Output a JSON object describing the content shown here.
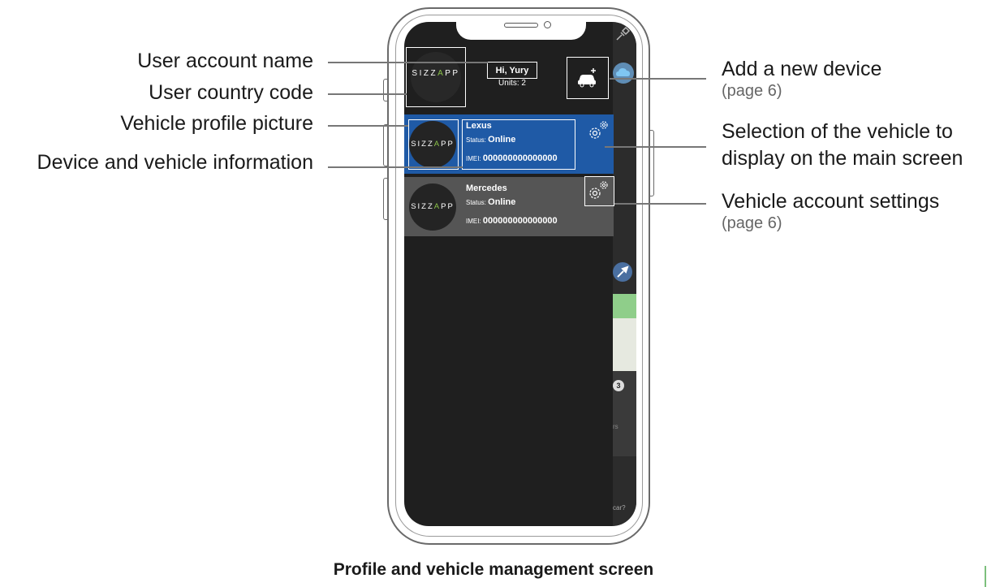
{
  "callouts": {
    "user_account_name": "User account name",
    "user_country_code": "User country code",
    "vehicle_profile_picture": "Vehicle profile picture",
    "device_vehicle_info": "Device and vehicle information",
    "add_device": "Add a new device",
    "add_device_page": "(page 6)",
    "selection_line1": "Selection of the vehicle to",
    "selection_line2": "display on the main screen",
    "vehicle_settings": "Vehicle account settings",
    "vehicle_settings_page": "(page 6)"
  },
  "caption": "Profile and vehicle management screen",
  "app": {
    "logo_text": "SIZZAPP",
    "greeting": "Hi, Yury",
    "units_label": "Units: 2",
    "strip_badge": "3",
    "strip_text_1": "rs",
    "strip_text_2": "car?"
  },
  "vehicles": [
    {
      "name": "Lexus",
      "status_label": "Status:",
      "status_value": "Online",
      "imei_label": "IMEI:",
      "imei_value": "000000000000000",
      "selected": true
    },
    {
      "name": "Mercedes",
      "status_label": "Status:",
      "status_value": "Online",
      "imei_label": "IMEI:",
      "imei_value": "000000000000000",
      "selected": false
    }
  ],
  "colors": {
    "selected_row": "#1f5aa6",
    "normal_row": "#555555",
    "screen_bg": "#1f1f1f",
    "logo_accent": "#8bc34a"
  },
  "icons": {
    "add_device": "car-plus-icon",
    "settings": "gears-icon",
    "cloud": "cloud-icon",
    "satellite": "satellite-icon",
    "wrench": "wrench-icon"
  }
}
